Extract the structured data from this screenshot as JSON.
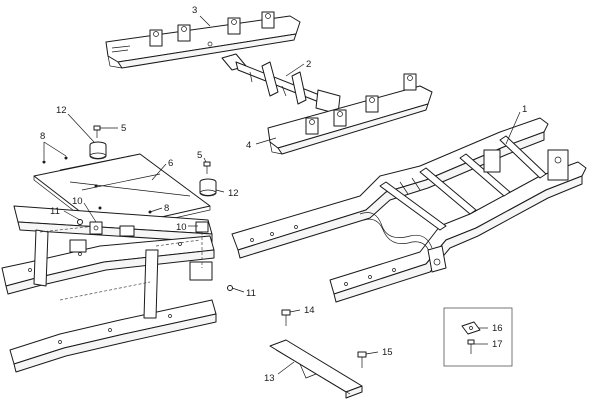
{
  "callouts": {
    "c1": "1",
    "c2": "2",
    "c3": "3",
    "c4": "4",
    "c5a": "5",
    "c5b": "5",
    "c6": "6",
    "c8a": "8",
    "c8b": "8",
    "c10a": "10",
    "c10b": "10",
    "c11a": "11",
    "c11b": "11",
    "c12a": "12",
    "c12b": "12",
    "c13": "13",
    "c14": "14",
    "c15": "15",
    "c16": "16",
    "c17": "17"
  }
}
